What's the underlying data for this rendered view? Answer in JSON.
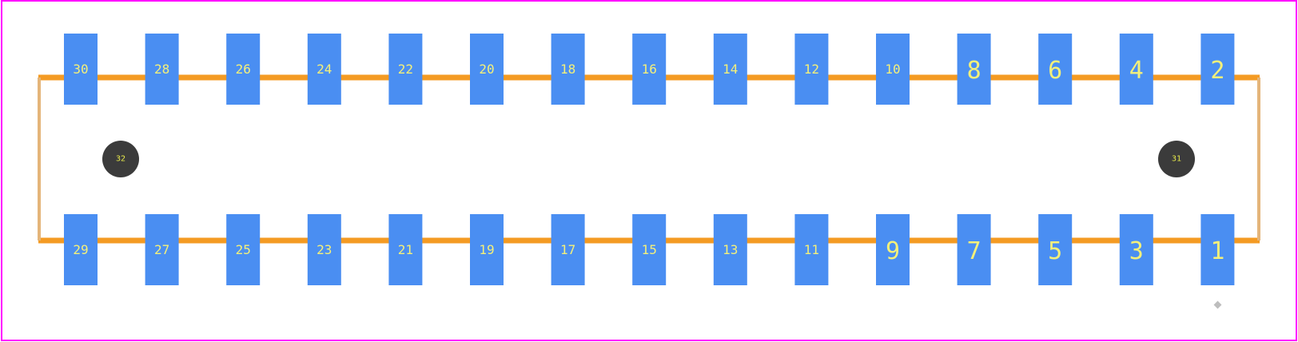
{
  "colors": {
    "background": "#ffffff",
    "board_outline": "#ff00ff",
    "silkscreen": "#f49b23",
    "silkscreen_side": "#e4b57a",
    "pad": "#4a8ef2",
    "pad_label": "#f4f07a",
    "mount_hole": "#3b3b3b",
    "mount_hole_label": "#e6e84a",
    "origin_marker": "#bdbdbd"
  },
  "footprint": {
    "top_row_pins": [
      "30",
      "28",
      "26",
      "24",
      "22",
      "20",
      "18",
      "16",
      "14",
      "12",
      "10",
      "8",
      "6",
      "4",
      "2"
    ],
    "bottom_row_pins": [
      "29",
      "27",
      "25",
      "23",
      "21",
      "19",
      "17",
      "15",
      "13",
      "11",
      "9",
      "7",
      "5",
      "3",
      "1"
    ],
    "mount_holes": [
      {
        "label": "32",
        "side": "left"
      },
      {
        "label": "31",
        "side": "right"
      }
    ]
  }
}
